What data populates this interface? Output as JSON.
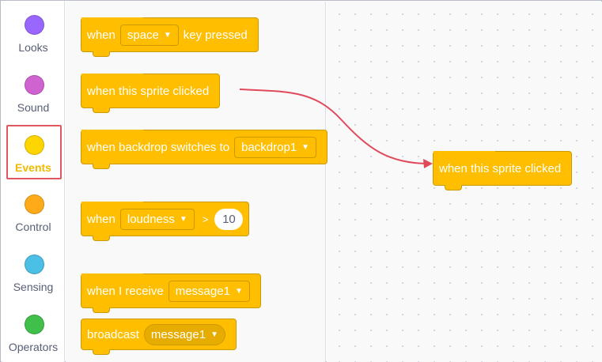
{
  "categories": [
    {
      "label": "Looks",
      "color": "#9966ff"
    },
    {
      "label": "Sound",
      "color": "#cf63cf"
    },
    {
      "label": "Events",
      "color": "#ffd500",
      "selected": true
    },
    {
      "label": "Control",
      "color": "#ffab19"
    },
    {
      "label": "Sensing",
      "color": "#4cbfe6"
    },
    {
      "label": "Operators",
      "color": "#40bf4a"
    }
  ],
  "blocks": {
    "key_pressed": {
      "prefix": "when",
      "key": "space",
      "suffix": "key pressed"
    },
    "sprite_clicked": {
      "label": "when this sprite clicked"
    },
    "backdrop_switches": {
      "prefix": "when backdrop switches to",
      "backdrop": "backdrop1"
    },
    "loudness": {
      "prefix": "when",
      "sensor": "loudness",
      "operator": ">",
      "value": "10"
    },
    "receive": {
      "prefix": "when I receive",
      "message": "message1"
    },
    "broadcast": {
      "prefix": "broadcast",
      "message": "message1"
    }
  },
  "workspace": {
    "placed_block": {
      "label": "when this sprite clicked"
    }
  },
  "colors": {
    "events": "#ffbf00",
    "events_border": "#cc9900",
    "highlight": "#e0585f",
    "arrow": "#e0495a"
  }
}
